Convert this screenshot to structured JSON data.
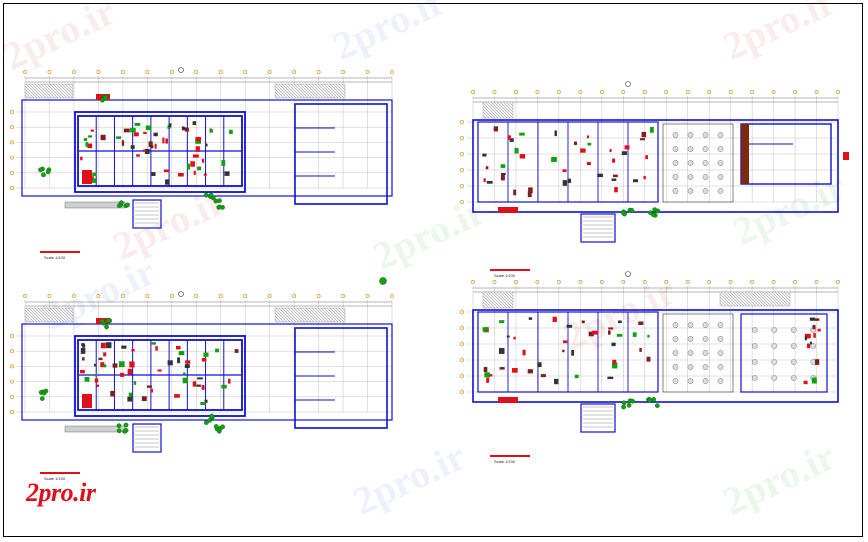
{
  "watermark": {
    "text": "2pro.ir"
  },
  "logo": {
    "text": "2pro.ir"
  },
  "plans": [
    {
      "title": "",
      "scale": "Scale 1/100"
    },
    {
      "title": "",
      "scale": "Scale 1/100"
    },
    {
      "title": "",
      "scale": "Scale 1/100"
    },
    {
      "title": "",
      "scale": "Scale 1/100"
    }
  ],
  "colors": {
    "wall": "#1010d0",
    "grid": "#9a9a9a",
    "axis_bubble": "#d08000",
    "red": "#e0101a",
    "green": "#10a010",
    "hatch": "#666666"
  }
}
